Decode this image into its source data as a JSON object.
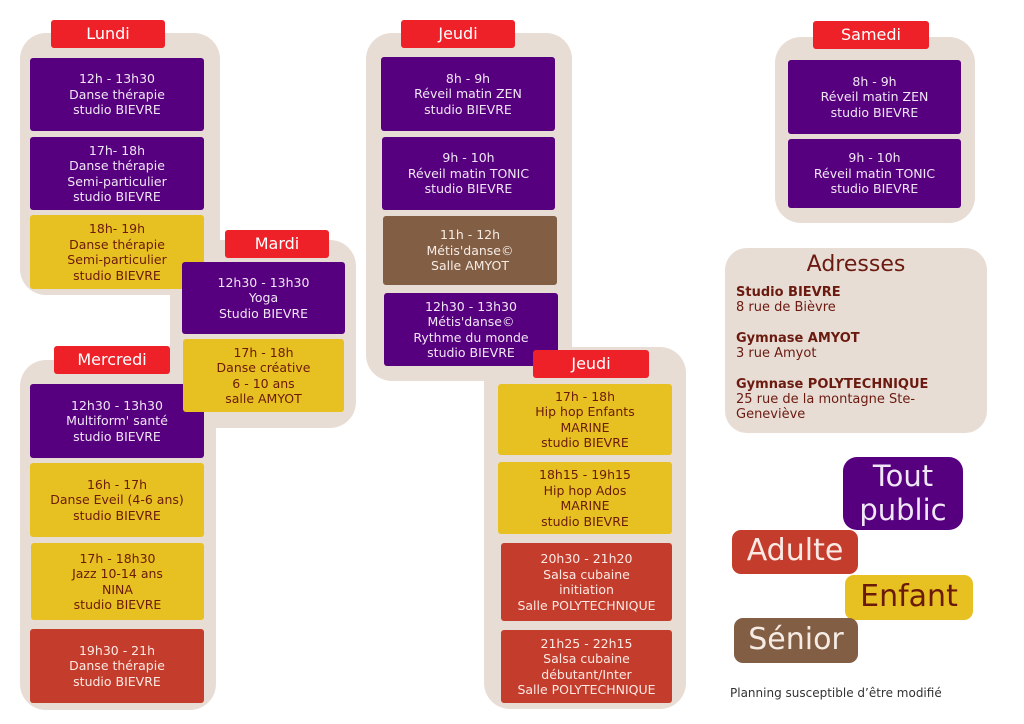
{
  "days": [
    {
      "name": "Lundi",
      "slots": [
        {
          "category": "tout-public",
          "lines": [
            "12h - 13h30",
            "Danse thérapie",
            "studio BIEVRE"
          ]
        },
        {
          "category": "tout-public",
          "lines": [
            "17h- 18h",
            "Danse thérapie",
            "Semi-particulier",
            "studio BIEVRE"
          ]
        },
        {
          "category": "enfant",
          "lines": [
            "18h- 19h",
            "Danse thérapie",
            "Semi-particulier",
            "studio BIEVRE"
          ]
        }
      ]
    },
    {
      "name": "Mardi",
      "slots": [
        {
          "category": "tout-public",
          "lines": [
            "12h30 - 13h30",
            "Yoga",
            "Studio BIEVRE"
          ]
        },
        {
          "category": "enfant",
          "lines": [
            "17h - 18h",
            "Danse créative",
            "6 - 10 ans",
            "salle AMYOT"
          ]
        }
      ]
    },
    {
      "name": "Mercredi",
      "slots": [
        {
          "category": "tout-public",
          "lines": [
            "12h30 - 13h30",
            "Multiform' santé",
            "studio BIEVRE"
          ]
        },
        {
          "category": "enfant",
          "lines": [
            "16h - 17h",
            "Danse Eveil (4-6 ans)",
            "studio BIEVRE"
          ]
        },
        {
          "category": "enfant",
          "lines": [
            "17h - 18h30",
            "Jazz 10-14 ans",
            "NINA",
            "studio BIEVRE"
          ]
        },
        {
          "category": "adulte",
          "lines": [
            "19h30 - 21h",
            "Danse thérapie",
            "studio BIEVRE"
          ]
        }
      ]
    },
    {
      "name": "Jeudi",
      "slots": [
        {
          "category": "tout-public",
          "lines": [
            "8h - 9h",
            "Réveil matin ZEN",
            "studio BIEVRE"
          ]
        },
        {
          "category": "tout-public",
          "lines": [
            "9h - 10h",
            "Réveil matin TONIC",
            "studio BIEVRE"
          ]
        },
        {
          "category": "senior",
          "lines": [
            "11h - 12h",
            "Métis'danse©",
            "Salle AMYOT"
          ]
        },
        {
          "category": "tout-public",
          "lines": [
            "12h30 - 13h30",
            "Métis'danse©",
            "Rythme du monde",
            "studio BIEVRE"
          ]
        }
      ]
    },
    {
      "name": "Jeudi",
      "slots": [
        {
          "category": "enfant",
          "lines": [
            "17h - 18h",
            "Hip hop Enfants",
            "MARINE",
            "studio BIEVRE"
          ]
        },
        {
          "category": "enfant",
          "lines": [
            "18h15 - 19h15",
            "Hip hop Ados",
            "MARINE",
            "studio BIEVRE"
          ]
        },
        {
          "category": "adulte",
          "lines": [
            "20h30 - 21h20",
            "Salsa cubaine",
            "initiation",
            "Salle POLYTECHNIQUE"
          ]
        },
        {
          "category": "adulte",
          "lines": [
            "21h25 - 22h15",
            "Salsa cubaine",
            "débutant/Inter",
            "Salle POLYTECHNIQUE"
          ]
        }
      ]
    },
    {
      "name": "Samedi",
      "slots": [
        {
          "category": "tout-public",
          "lines": [
            "8h - 9h",
            "Réveil matin ZEN",
            "studio BIEVRE"
          ]
        },
        {
          "category": "tout-public",
          "lines": [
            "9h - 10h",
            "Réveil matin TONIC",
            "studio BIEVRE"
          ]
        }
      ]
    }
  ],
  "addresses": {
    "title": "Adresses",
    "venues": [
      {
        "name": "Studio BIEVRE",
        "address": "8 rue de Bièvre"
      },
      {
        "name": "Gymnase AMYOT",
        "address": "3 rue Amyot"
      },
      {
        "name": "Gymnase POLYTECHNIQUE",
        "address": "25 rue de la montagne Ste-Geneviève"
      }
    ]
  },
  "legend": {
    "tout_public_line1": "Tout",
    "tout_public_line2": "public",
    "adulte": "Adulte",
    "enfant": "Enfant",
    "senior": "Sénior",
    "colors": {
      "tout-public": "#57007f",
      "adulte": "#c43c2b",
      "enfant": "#e7c122",
      "senior": "#825e45",
      "day-tab": "#ee2128"
    }
  },
  "note": "Planning susceptible d’être modifié"
}
